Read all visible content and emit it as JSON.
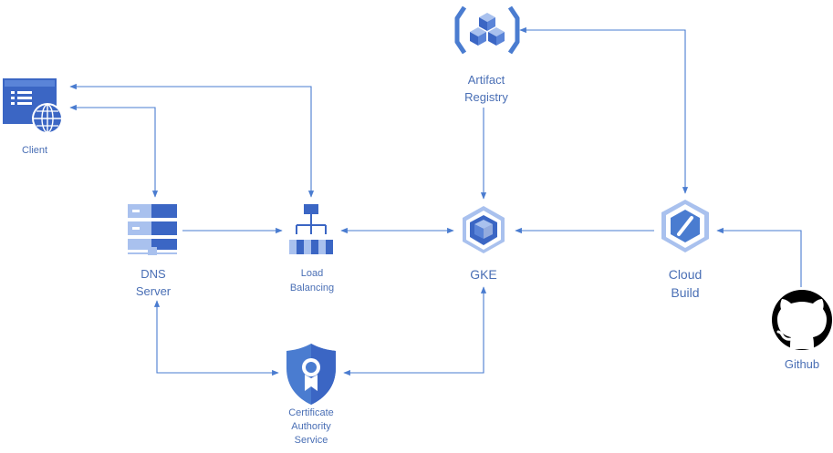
{
  "nodes": {
    "client": {
      "label": "Client",
      "icon": "client-window-globe-icon"
    },
    "artifact_registry": {
      "label_lines": [
        "Artifact",
        "Registry"
      ],
      "icon": "artifact-registry-icon"
    },
    "dns_server": {
      "label_lines": [
        "DNS",
        "Server"
      ],
      "icon": "dns-server-icon"
    },
    "load_balancing": {
      "label_lines": [
        "Load",
        "Balancing"
      ],
      "icon": "load-balancing-icon"
    },
    "gke": {
      "label": "GKE",
      "icon": "gke-icon"
    },
    "cloud_build": {
      "label_lines": [
        "Cloud",
        "Build"
      ],
      "icon": "cloud-build-icon"
    },
    "github": {
      "label": "Github",
      "icon": "github-icon"
    },
    "certificate_authority": {
      "label_lines": [
        "Certificate",
        "Authority",
        "Service"
      ],
      "icon": "certificate-authority-icon"
    }
  },
  "connections": [
    {
      "from": "client",
      "to": "dns_server"
    },
    {
      "from": "client",
      "to": "load_balancing"
    },
    {
      "from": "dns_server",
      "to": "load_balancing"
    },
    {
      "from": "load_balancing",
      "to": "gke"
    },
    {
      "from": "artifact_registry",
      "to": "gke"
    },
    {
      "from": "cloud_build",
      "to": "gke"
    },
    {
      "from": "artifact_registry",
      "to": "cloud_build"
    },
    {
      "from": "github",
      "to": "cloud_build"
    },
    {
      "from": "dns_server",
      "to": "certificate_authority"
    },
    {
      "from": "gke",
      "to": "certificate_authority"
    }
  ],
  "colors": {
    "accent": "#4a7cd0",
    "icon_dark": "#3b66c4",
    "icon_light": "#a9c1ee",
    "label": "#4a6fb5",
    "github": "#000000"
  }
}
